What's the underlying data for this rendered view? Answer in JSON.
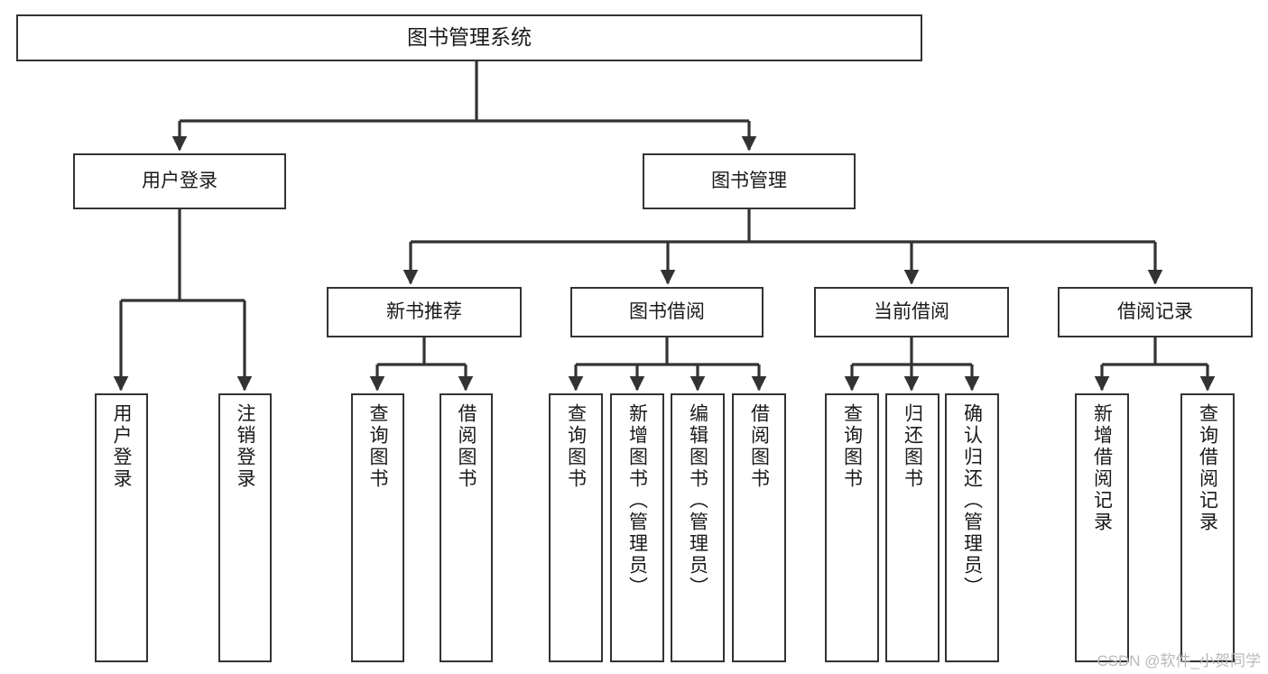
{
  "diagram": {
    "title": "图书管理系统",
    "type": "function-structure-tree",
    "watermark": "CSDN @软件_小贺同学",
    "colors": {
      "node_border": "#333333",
      "node_fill": "#ffffff",
      "edge": "#333333",
      "text": "#1a1a1a",
      "watermark": "#b9b9b9",
      "background": "#ffffff"
    },
    "root": {
      "label": "图书管理系统"
    },
    "tier1": [
      {
        "label": "用户登录"
      },
      {
        "label": "图书管理"
      }
    ],
    "tier2": [
      {
        "label": "新书推荐"
      },
      {
        "label": "图书借阅"
      },
      {
        "label": "当前借阅"
      },
      {
        "label": "借阅记录"
      }
    ],
    "leaves": {
      "user_login": [
        {
          "label": "用户登录"
        },
        {
          "label": "注销登录"
        }
      ],
      "new_book_recommend": [
        {
          "label": "查询图书"
        },
        {
          "label": "借阅图书"
        }
      ],
      "book_borrow": [
        {
          "label": "查询图书"
        },
        {
          "label": "新增图书（管理员）"
        },
        {
          "label": "编辑图书（管理员）"
        },
        {
          "label": "借阅图书"
        }
      ],
      "current_borrow": [
        {
          "label": "查询图书"
        },
        {
          "label": "归还图书"
        },
        {
          "label": "确认归还（管理员）"
        }
      ],
      "borrow_record": [
        {
          "label": "新增借阅记录"
        },
        {
          "label": "查询借阅记录"
        }
      ]
    }
  }
}
